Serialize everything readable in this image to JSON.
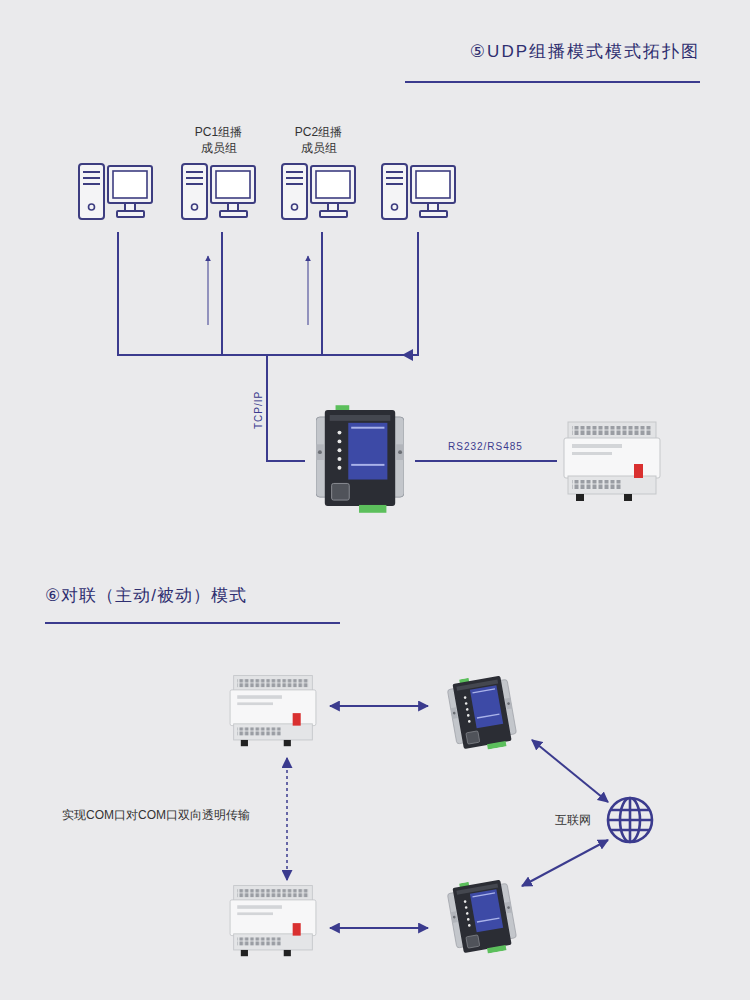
{
  "diagram": {
    "title": "⑤UDP组播模式模式拓扑图",
    "nodes": [
      {
        "text": [
          "PC1组播 成员组"
        ]
      },
      {
        "text": [
          "PC2组播 成员组"
        ]
      },
      {
        "text": [
          "互联网"
        ]
      }
    ],
    "labels": [
      "⑥对联（主动/被动）模式",
      "TCP/IP",
      "RS232/RS485",
      "实现COM口对COM口双向透明传输"
    ]
  }
}
